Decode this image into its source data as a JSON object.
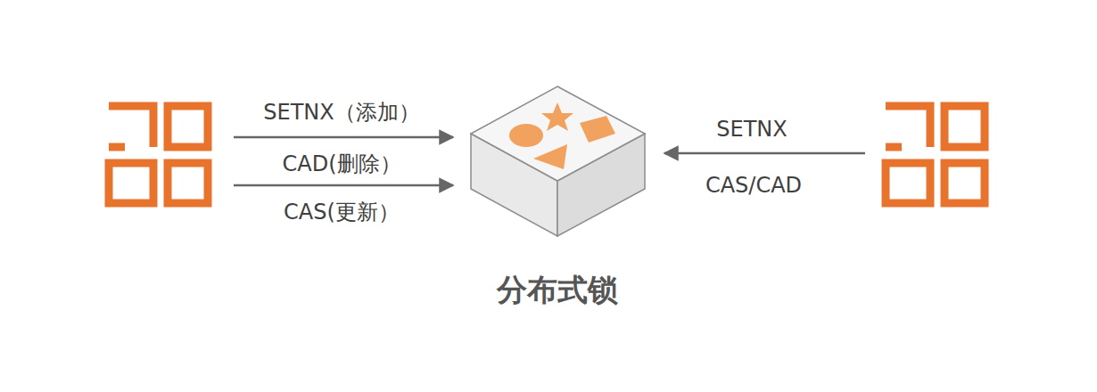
{
  "diagram": {
    "nodes": [
      {
        "text": [
          "分布式锁"
        ]
      }
    ],
    "labels": [
      "SETNX（添加）",
      "CAD(删除）",
      "CAS(更新）",
      "SETNX",
      "CAS/CAD"
    ]
  }
}
